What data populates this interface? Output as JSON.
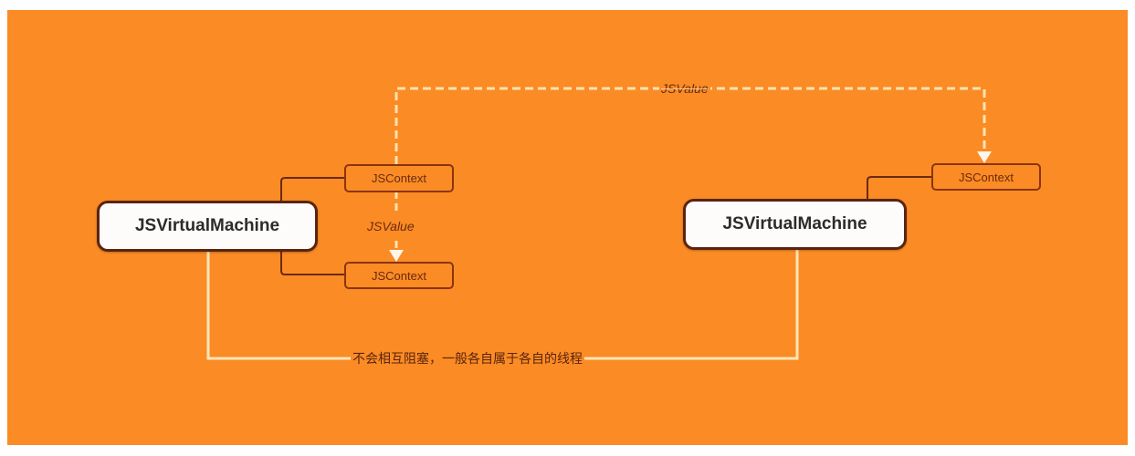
{
  "diagram": {
    "background_color": "#fb8b24",
    "left": {
      "vm_label": "JSVirtualMachine",
      "contexts": [
        "JSContext",
        "JSContext"
      ],
      "inner_value_label": "JSValue"
    },
    "right": {
      "vm_label": "JSVirtualMachine",
      "contexts": [
        "JSContext"
      ]
    },
    "cross_value_label": "JSValue",
    "thread_label": "不会相互阻塞，一般各自属于各自的线程"
  }
}
